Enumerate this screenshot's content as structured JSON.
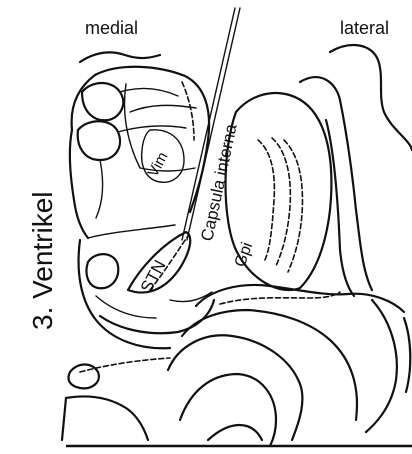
{
  "labels": {
    "medial": "medial",
    "lateral": "lateral",
    "ventricle": "3. Ventrikel",
    "capsula": "Capsula interna",
    "vim": "Vim",
    "stn": "STN",
    "gpi": "Gpi"
  },
  "colors": {
    "ink": "#111111",
    "background": "#ffffff"
  }
}
